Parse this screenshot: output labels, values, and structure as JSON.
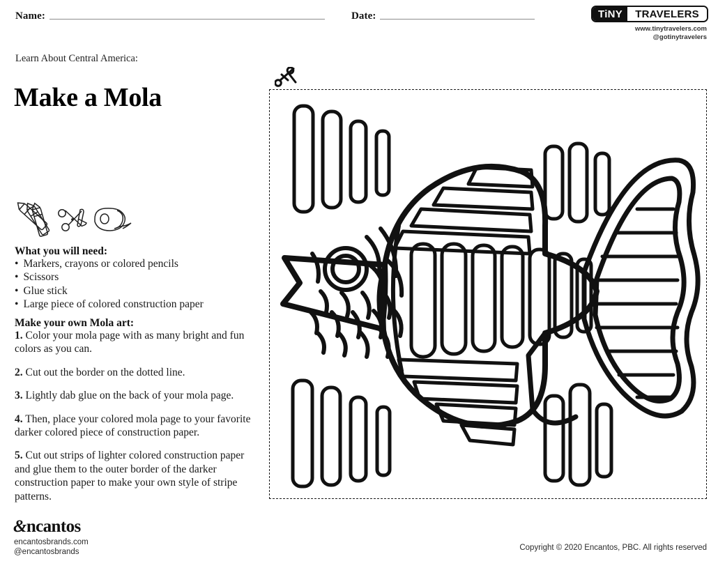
{
  "form": {
    "name_label": "Name:",
    "date_label": "Date:"
  },
  "brand": {
    "logo_left": "TiNY",
    "logo_right": "TRAVELERS",
    "website": "www.tinytravelers.com",
    "handle": "@gotinytravelers"
  },
  "header": {
    "eyebrow": "Learn About Central America:",
    "title": "Make a Mola"
  },
  "supplies": {
    "heading": "What you will need:",
    "items": [
      "Markers, crayons or colored pencils",
      "Scissors",
      "Glue stick",
      "Large piece of colored construction paper"
    ],
    "icons": [
      "crayons-icon",
      "scissors-icon",
      "tape-dispenser-icon"
    ]
  },
  "instructions": {
    "heading": "Make your own Mola art:",
    "steps": [
      {
        "number": "1.",
        "text": "Color your mola page with as many bright and fun colors as you can."
      },
      {
        "number": "2.",
        "text": "Cut out the border on the dotted line."
      },
      {
        "number": "3.",
        "text": "Lightly dab glue on the back of your mola page."
      },
      {
        "number": "4.",
        "text": "Then, place your colored mola page to your favorite darker colored piece of construction paper."
      },
      {
        "number": "5.",
        "text": "Cut out strips of lighter colored construction paper and glue them to the outer border of the darker construction paper to make your own style of stripe patterns."
      }
    ]
  },
  "artwork": {
    "subject": "mola-fish-coloring-illustration",
    "cut_marker_icon": "scissors-icon",
    "border_style": "dashed-cut-line"
  },
  "footer": {
    "logo_amp": "&",
    "logo_text": "ncantos",
    "website": "encantosbrands.com",
    "handle": "@encantosbrands",
    "copyright": "Copyright © 2020 Encantos, PBC. All rights reserved"
  },
  "colors": {
    "ink": "#111111",
    "rule": "#8d8d8d",
    "body_text": "#1a1a1a"
  }
}
